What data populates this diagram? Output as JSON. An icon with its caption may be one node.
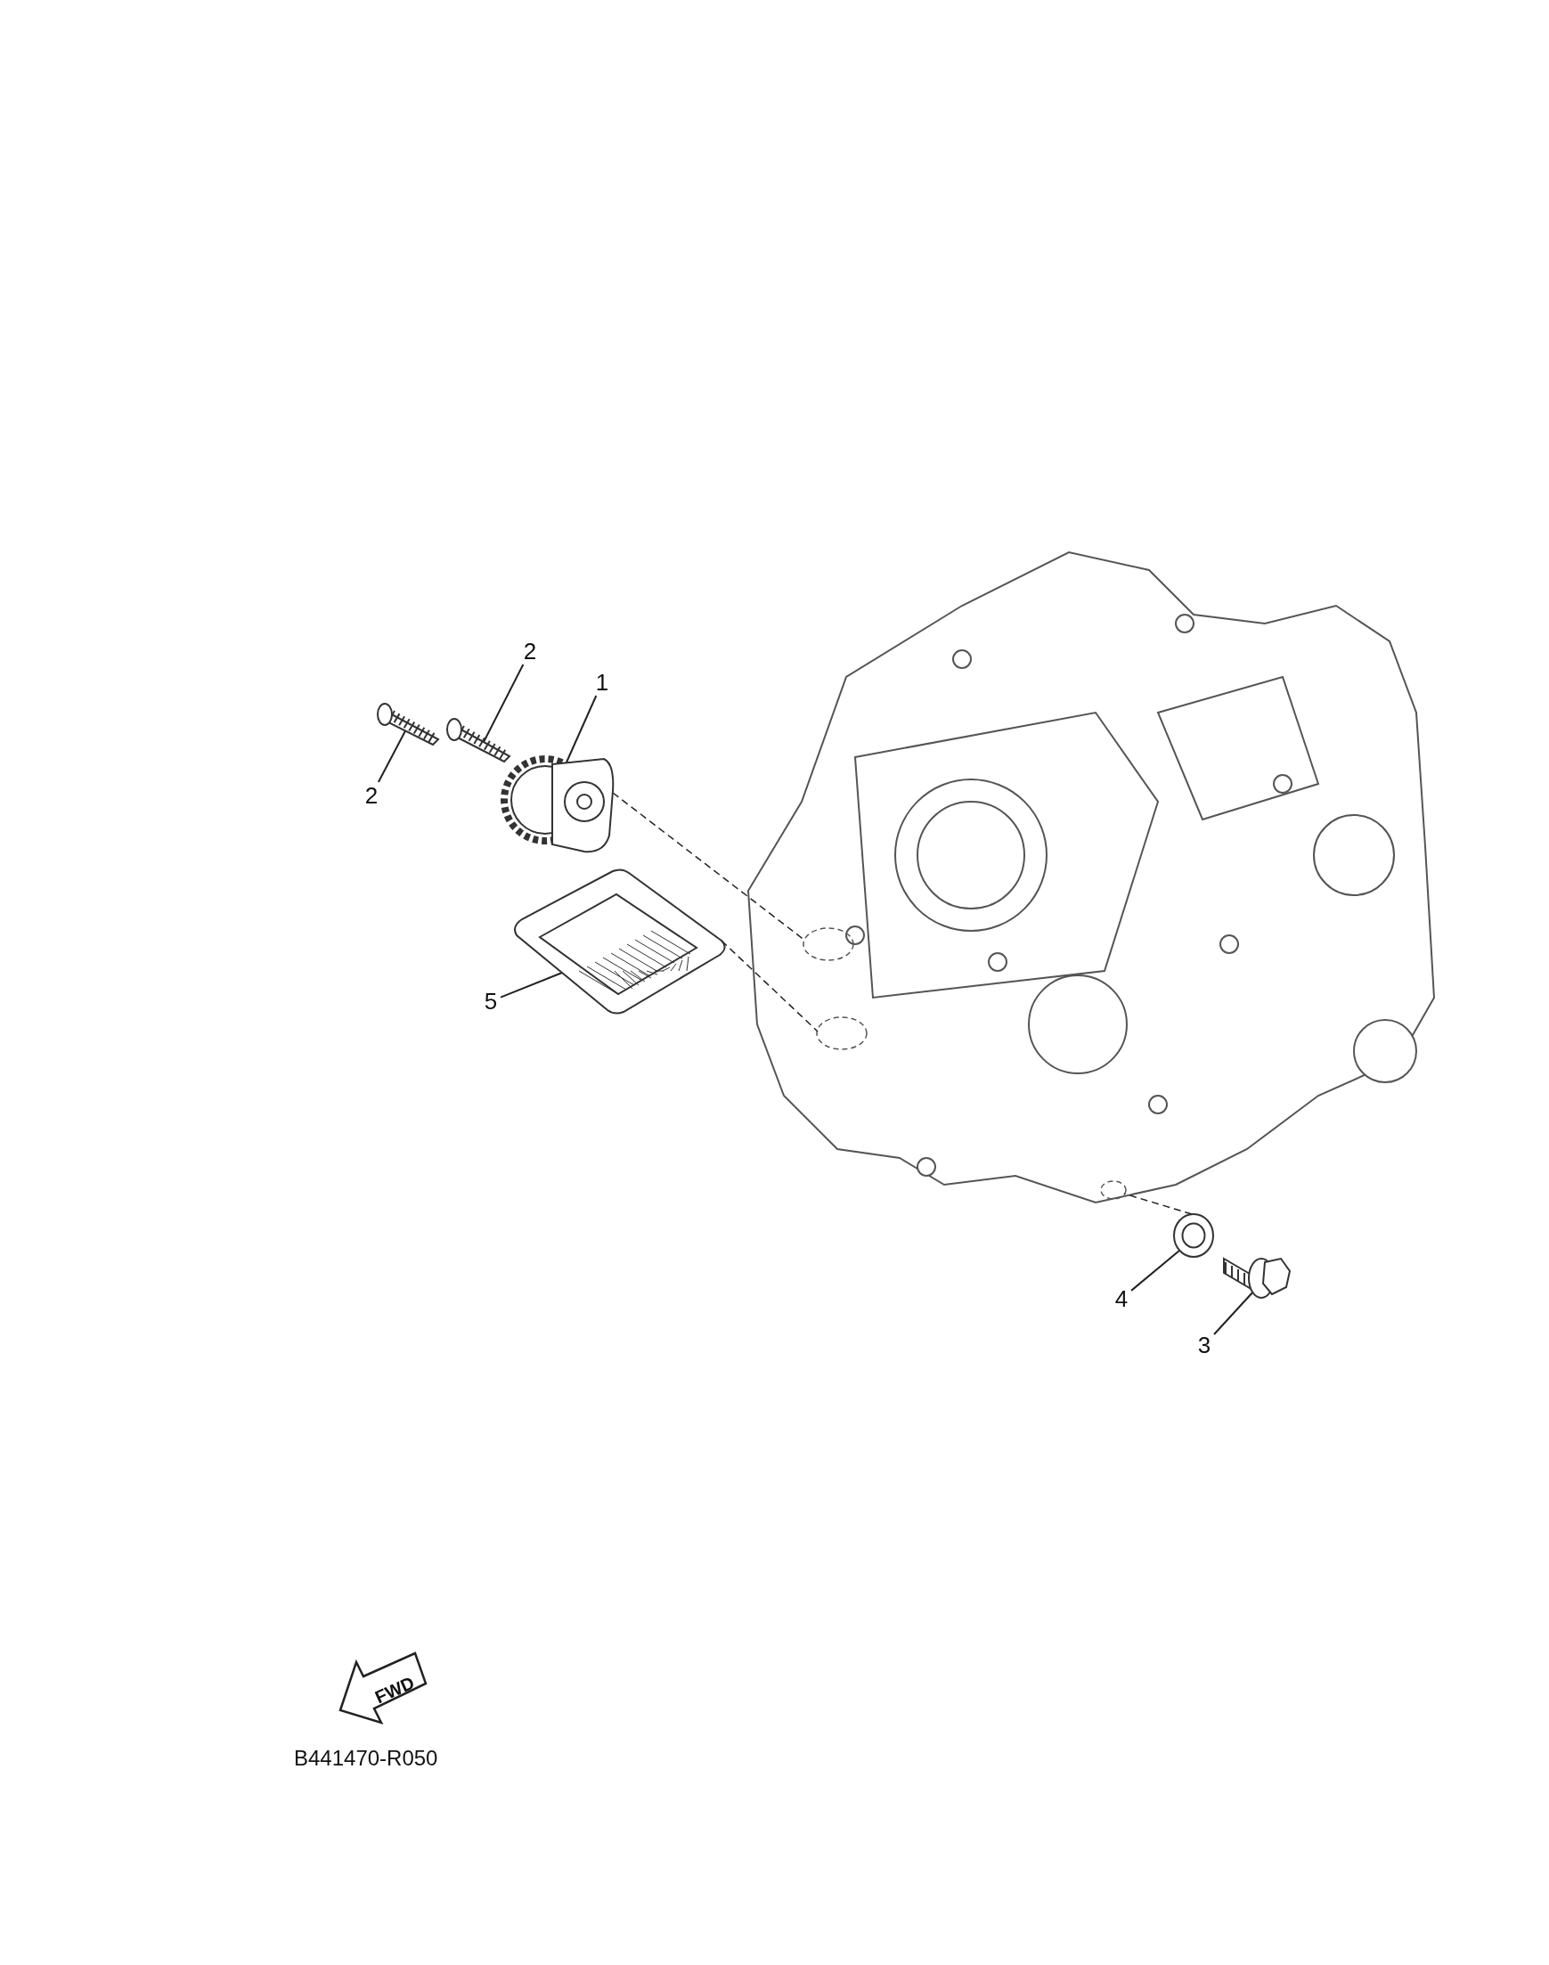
{
  "diagram": {
    "nodes": [
      {
        "text": [
          "2"
        ]
      },
      {
        "text": [
          "1"
        ]
      },
      {
        "text": [
          "2"
        ]
      },
      {
        "text": [
          "5"
        ]
      },
      {
        "text": [
          "4"
        ]
      },
      {
        "text": [
          "3"
        ]
      },
      {
        "text": [],
        "shape": "picture"
      },
      {
        "text": [],
        "shape": "picture"
      },
      {
        "text": [],
        "shape": "picture"
      },
      {
        "text": [],
        "shape": "picture"
      },
      {
        "text": [],
        "shape": "picture"
      },
      {
        "text": [],
        "shape": "picture"
      },
      {
        "text": [],
        "shape": "picture"
      }
    ],
    "edges": [
      {
        "from": 0,
        "to": 6,
        "arrow": "none"
      },
      {
        "from": 1,
        "to": 7,
        "arrow": "none"
      },
      {
        "from": 2,
        "to": 8,
        "arrow": "none"
      },
      {
        "from": 3,
        "to": 9,
        "arrow": "none"
      },
      {
        "from": 4,
        "to": 10,
        "arrow": "none"
      },
      {
        "from": 5,
        "to": 11,
        "arrow": "none"
      },
      {
        "from": 7,
        "to": 12,
        "arrow": "none",
        "style": "dashed"
      },
      {
        "from": 9,
        "to": 12,
        "arrow": "none",
        "style": "dashed"
      },
      {
        "from": 10,
        "to": 12,
        "arrow": "none",
        "style": "dashed"
      }
    ],
    "labels": [
      "FWD",
      "B441470-R050"
    ]
  }
}
